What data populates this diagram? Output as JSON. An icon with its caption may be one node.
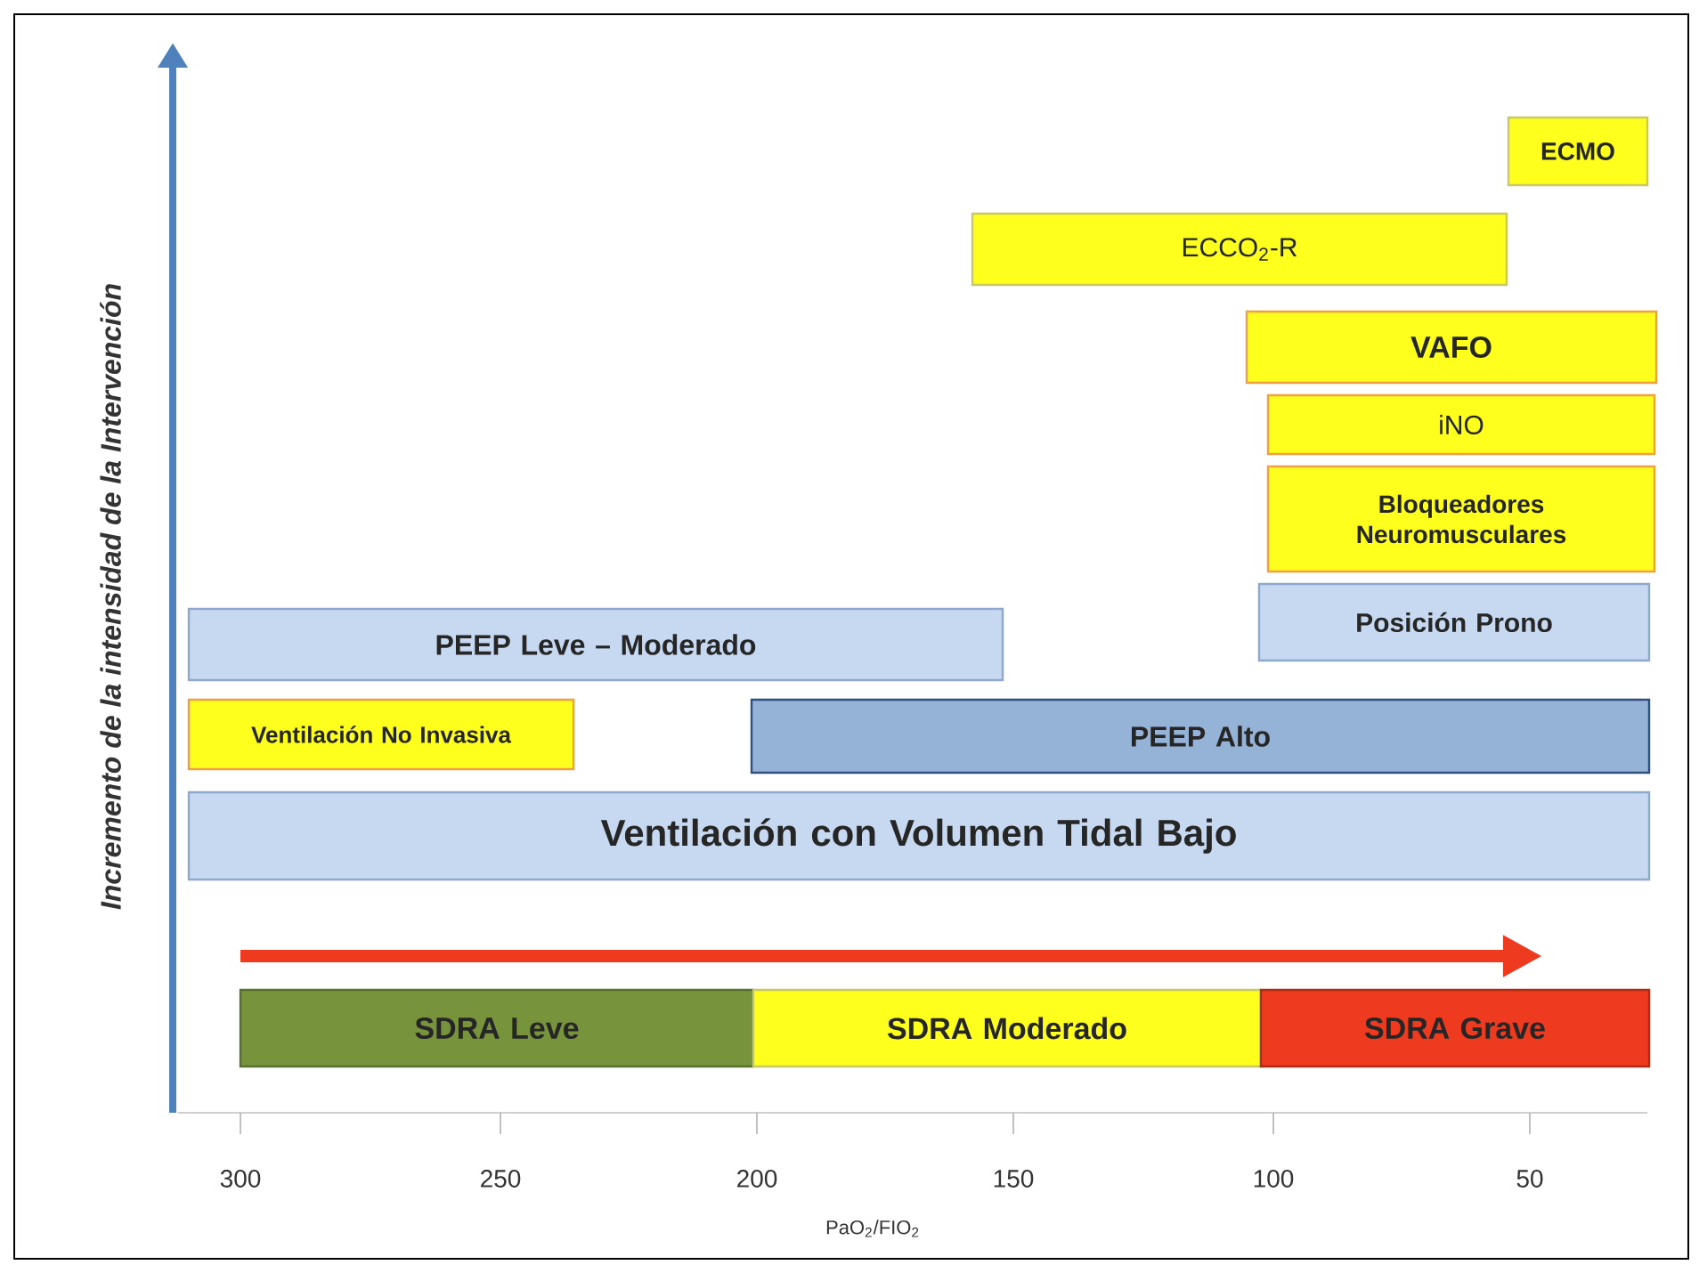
{
  "diagram": {
    "nodes": [
      {
        "text": [
          "ECMO"
        ]
      },
      {
        "text": [
          "ECCO$_{2}$-R"
        ]
      },
      {
        "text": [
          "VAFO"
        ]
      },
      {
        "text": [
          "iNO"
        ]
      },
      {
        "text": [
          "Bloqueadores Neuromusculares"
        ]
      },
      {
        "text": [
          "Posición Prono"
        ]
      },
      {
        "text": [
          "PEEP  Leve – Moderado"
        ]
      },
      {
        "text": [
          "Ventilación No Invasiva"
        ]
      },
      {
        "text": [
          "PEEP Alto"
        ]
      },
      {
        "text": [
          "Ventilación con Volumen Tidal Bajo"
        ]
      },
      {
        "text": [
          "SDRA Leve"
        ]
      },
      {
        "text": [
          "SDRA Moderado"
        ]
      },
      {
        "text": [
          "SDRA Grave"
        ]
      }
    ],
    "labels": [
      "Incremento de la intensidad de la Intervención",
      "300",
      "250",
      "200",
      "150",
      "100",
      "50",
      "PaO$_{2}$/FIO$_{2}$"
    ]
  }
}
